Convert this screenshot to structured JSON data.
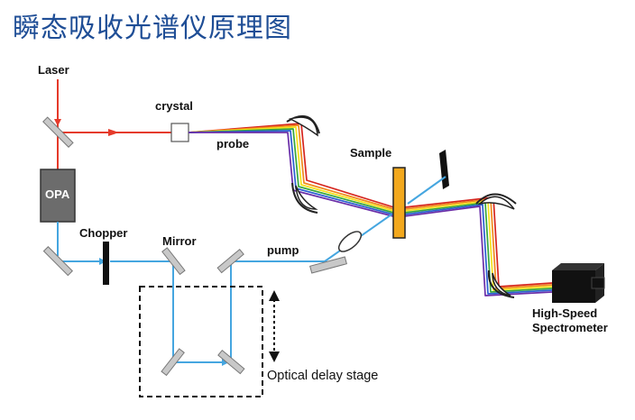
{
  "title": "瞬态吸收光谱仪原理图",
  "labels": {
    "laser": "Laser",
    "crystal": "crystal",
    "probe": "probe",
    "sample": "Sample",
    "opa": "OPA",
    "chopper": "Chopper",
    "mirror": "Mirror",
    "pump": "pump",
    "spectrometer_line1": "High-Speed",
    "spectrometer_line2": "Spectrometer",
    "delay_stage": "Optical delay stage"
  },
  "colors": {
    "title": "#1f4e96",
    "laser_beam": "#e53a2a",
    "pump_beam": "#45a6e0",
    "spectrum": [
      "#d6261f",
      "#f08a1c",
      "#f4e11a",
      "#37a63c",
      "#2a5fd0",
      "#6a2ea8"
    ]
  }
}
